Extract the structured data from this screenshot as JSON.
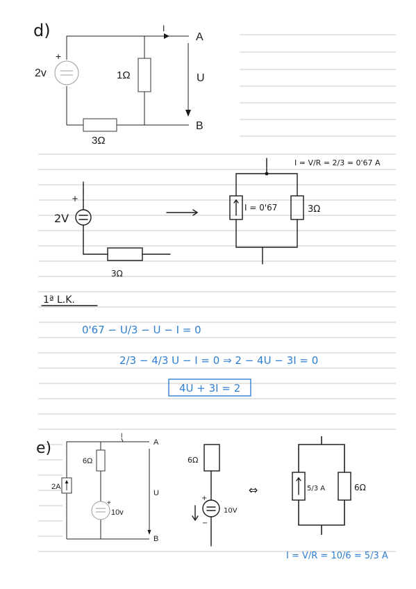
{
  "part_d": {
    "label": "d)",
    "source_voltage": "2v",
    "plus": "+",
    "resistor_mid": "1Ω",
    "resistor_bottom": "3Ω",
    "current": "I",
    "node_a": "A",
    "node_b": "B",
    "voltage_u": "U"
  },
  "sketch_1": {
    "formula": "I = V/R = 2/3 = 0'67 A",
    "source_label": "2V",
    "plus": "+",
    "resistor_label": "3Ω",
    "current_source_label": "I = 0'67",
    "parallel_resistor_label": "3Ω"
  },
  "kirchhoff": {
    "heading": "1ª L.K.",
    "eq1": "0'67 − U/3 − U − I = 0",
    "eq2": "2/3 − 4/3 U − I = 0   ⇒   2 − 4U − 3I = 0",
    "result": "4U + 3I = 2"
  },
  "part_e": {
    "label": "e)",
    "resistor": "6Ω",
    "current_source": "2A",
    "voltage_source": "10v",
    "plus": "+",
    "current": "I",
    "node_a": "A",
    "node_b": "B",
    "voltage_u": "U"
  },
  "sketch_2": {
    "resistor_label": "6Ω",
    "source_label": "10V",
    "plus": "+",
    "minus": "−",
    "equiv": "⇔",
    "current_source_label": "5/3 A",
    "parallel_resistor_label": "6Ω",
    "formula": "I = V/R = 10/6 = 5/3 A"
  }
}
